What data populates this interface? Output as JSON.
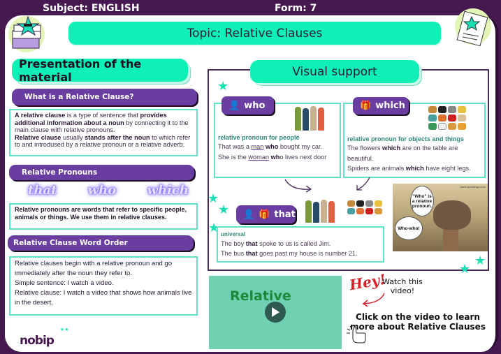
{
  "header": {
    "subject": "Subject:  ENGLISH",
    "form": "Form: 7",
    "topic": "Topic: Relative Clauses"
  },
  "left": {
    "section_title": "Presentation of the material",
    "what_heading": "What is a Relative Clause?",
    "what_text": {
      "p1_b1": "A relative clause",
      "p1_t1": " is a type of sentence that ",
      "p1_b2": "provides additional information about a noun",
      "p1_t2": " by connecting it to the main clause with relative pronouns.",
      "p2_b1": "Relative clause",
      "p2_t1": "  usually ",
      "p2_b2": "stands after the noun",
      "p2_t2": " to which refer to and introdused by a relative pronoun or a relative adverb."
    },
    "pronouns_heading": "Relative Pronouns",
    "pronoun_words": [
      "that",
      "who",
      "which"
    ],
    "pronouns_text": "Relative pronouns are words that refer to specific people, animals or things. We use them in relative clauses.",
    "order_heading": "Relative Clause Word Order",
    "order_lines": [
      "Relative clauses begin with a relative pronoun and go immediately after the noun they refer to.",
      "Simple sentence: I watch a video.",
      "Relative clause: I watch a video that shows how animals live in the desert."
    ],
    "logo": "nobip"
  },
  "visual": {
    "title": "Visual support",
    "who": {
      "tag": "who",
      "subtitle": "relative pronoun for people",
      "l1_a": "That was a ",
      "l1_u": "man",
      "l1_sp": " ",
      "l1_b": "who",
      "l1_c": " bought my car.",
      "l2_a": "She is the ",
      "l2_u": "woman",
      "l2_sp": " ",
      "l2_b": "wh",
      "l2_c": "o lives next door"
    },
    "which": {
      "tag": "which",
      "subtitle": "relative pronoun for objects and things",
      "l1_a": "The flowers ",
      "l1_b": "which",
      "l1_c": " are on the table are beautiful.",
      "l2_a": "Spiders are animals ",
      "l2_b": "which",
      "l2_c": " have eight legs."
    },
    "that": {
      "tag": "that",
      "subtitle": "universal",
      "l1_a": "The boy ",
      "l1_b": "that",
      "l1_c": " spoke to us is called Jim.",
      "l2_a": "The bus ",
      "l2_b": "that",
      "l2_c": " goes past my house is number 21."
    },
    "owl": {
      "url": "www.speakingo.com",
      "bubble1": "\"Who\" is a relative pronoun.",
      "bubble2": "Who-who!"
    }
  },
  "video": {
    "title": "Relative",
    "hey": "Hey!",
    "watch": "Watch this video!",
    "cta": "Click on the video to learn more about Relative Clauses"
  },
  "colors": {
    "brand_purple": "#45194f",
    "accent_mint": "#0ef0b6",
    "heading_purple": "#6a3ea1",
    "box_border": "#5fe3c6"
  }
}
